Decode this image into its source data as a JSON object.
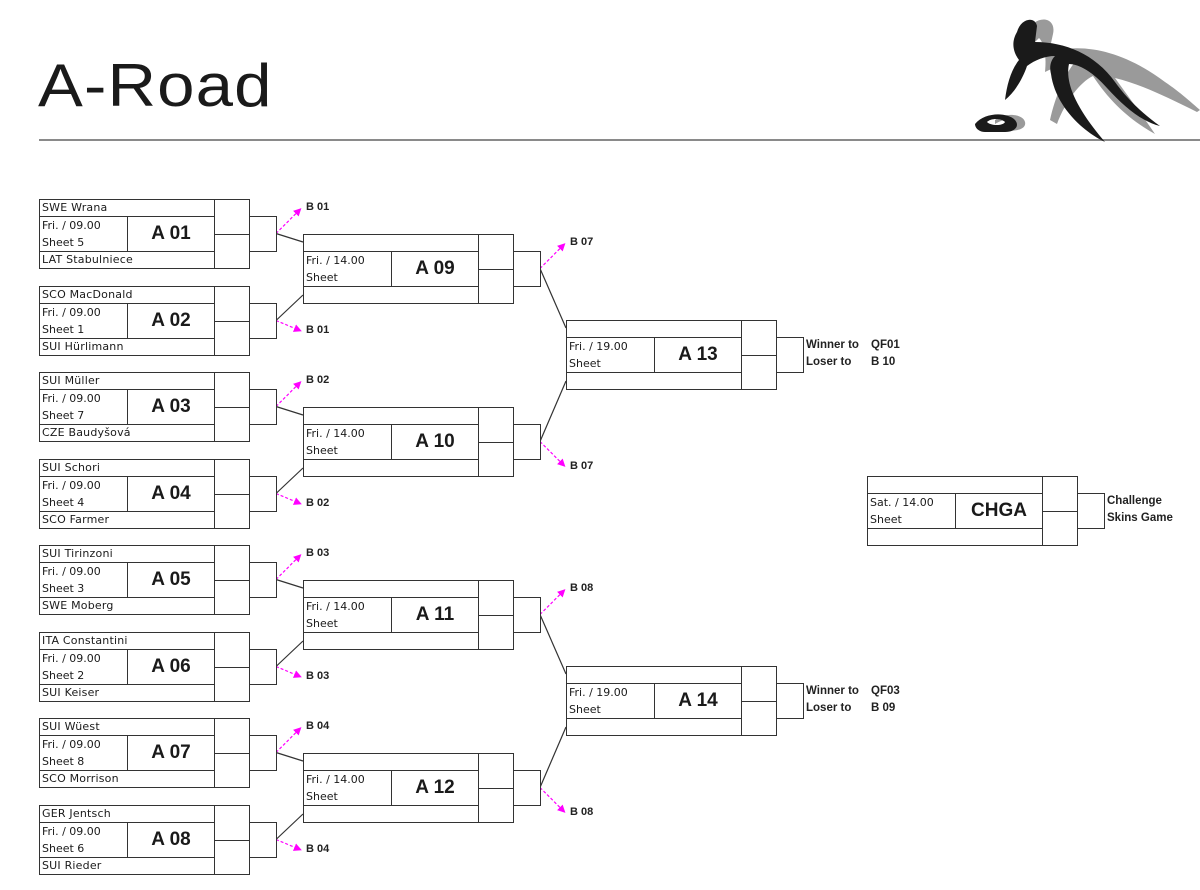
{
  "header": {
    "title": "A-Road",
    "logo": "curling-player-logo"
  },
  "round1": [
    {
      "code": "A 01",
      "team_top": "SWE Wrana",
      "team_bottom": "LAT Stabulniece",
      "time": "Fri. / 09.00",
      "sheet": "Sheet 5",
      "loser_to_top": "B 01"
    },
    {
      "code": "A 02",
      "team_top": "SCO MacDonald",
      "team_bottom": "SUI Hürlimann",
      "time": "Fri. / 09.00",
      "sheet": "Sheet 1",
      "loser_to_bottom": "B 01"
    },
    {
      "code": "A 03",
      "team_top": "SUI Müller",
      "team_bottom": "CZE Baudyšová",
      "time": "Fri. / 09.00",
      "sheet": "Sheet 7",
      "loser_to_top": "B 02"
    },
    {
      "code": "A 04",
      "team_top": "SUI Schori",
      "team_bottom": "SCO Farmer",
      "time": "Fri. / 09.00",
      "sheet": "Sheet 4",
      "loser_to_bottom": "B 02"
    },
    {
      "code": "A 05",
      "team_top": "SUI Tirinzoni",
      "team_bottom": "SWE Moberg",
      "time": "Fri. / 09.00",
      "sheet": "Sheet 3",
      "loser_to_top": "B 03"
    },
    {
      "code": "A 06",
      "team_top": "ITA Constantini",
      "team_bottom": "SUI Keiser",
      "time": "Fri. / 09.00",
      "sheet": "Sheet 2",
      "loser_to_bottom": "B 03"
    },
    {
      "code": "A 07",
      "team_top": "SUI Wüest",
      "team_bottom": "SCO Morrison",
      "time": "Fri. / 09.00",
      "sheet": "Sheet 8",
      "loser_to_top": "B 04"
    },
    {
      "code": "A 08",
      "team_top": "GER Jentsch",
      "team_bottom": "SUI Rieder",
      "time": "Fri. / 09.00",
      "sheet": "Sheet 6",
      "loser_to_bottom": "B 04"
    }
  ],
  "round2": [
    {
      "code": "A 09",
      "team_top": "",
      "team_bottom": "",
      "time": "Fri. / 14.00",
      "sheet": "Sheet",
      "loser_to": "B 07"
    },
    {
      "code": "A 10",
      "team_top": "",
      "team_bottom": "",
      "time": "Fri. / 14.00",
      "sheet": "Sheet",
      "loser_to": "B 07"
    },
    {
      "code": "A 11",
      "team_top": "",
      "team_bottom": "",
      "time": "Fri. / 14.00",
      "sheet": "Sheet",
      "loser_to": "B 08"
    },
    {
      "code": "A 12",
      "team_top": "",
      "team_bottom": "",
      "time": "Fri. / 14.00",
      "sheet": "Sheet",
      "loser_to": "B 08"
    }
  ],
  "round3": [
    {
      "code": "A 13",
      "team_top": "",
      "team_bottom": "",
      "time": "Fri. / 19.00",
      "sheet": "Sheet",
      "winner_label": "Winner to",
      "winner_to": "QF01",
      "loser_label": "Loser to",
      "loser_to": "B 10"
    },
    {
      "code": "A 14",
      "team_top": "",
      "team_bottom": "",
      "time": "Fri. / 19.00",
      "sheet": "Sheet",
      "winner_label": "Winner to",
      "winner_to": "QF03",
      "loser_label": "Loser to",
      "loser_to": "B 09"
    }
  ],
  "challenge": {
    "code": "CHGA",
    "team_top": "",
    "team_bottom": "",
    "time": "Sat. / 14.00",
    "sheet": "Sheet",
    "note_line1": "Challenge",
    "note_line2": "Skins Game"
  },
  "colors": {
    "line": "#333333",
    "loser_arrow": "#ff00ff",
    "rule": "#8a8a8a",
    "logo_dark": "#1a1a1a",
    "logo_light": "#9a9a9a"
  }
}
